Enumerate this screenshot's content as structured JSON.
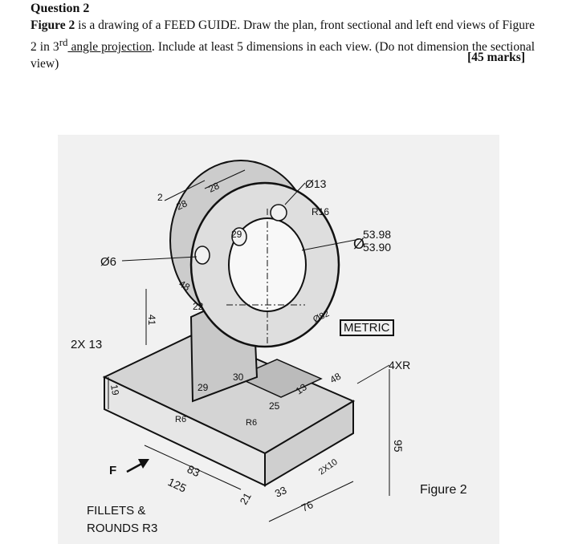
{
  "question": {
    "title": "Question 2",
    "fig_ref": "Figure 2",
    "text_a": " is a drawing of a FEED GUIDE. Draw  the plan, front sectional and left end views of Figure 2 in 3",
    "sup": "rd",
    "text_b": " angle projection",
    "text_c": ". Include at least  5 dimensions in each view. (Do not dimension the sectional view)",
    "marks": "[45 marks]"
  },
  "figure": {
    "label": "Figure 2",
    "metric": "METRIC",
    "feed_label": "F",
    "note_line1": "FILLETS &",
    "note_line2": "ROUNDS R3",
    "dims": {
      "d13": "Ø13",
      "r16": "R16",
      "d_upper": "53.98",
      "d_lower": "53.90",
      "d_sym": "Ø",
      "d6": "Ø6",
      "twox13": "2X 13",
      "four_xr": "4XR",
      "d82": "Ø82",
      "v2": "2",
      "v28a": "28",
      "v28b": "28",
      "v29": "29",
      "v48a": "48",
      "v22": "22",
      "v41": "41",
      "v19": "19",
      "v29b": "29",
      "v30": "30",
      "r6a": "R6",
      "r6b": "R6",
      "v48b": "48",
      "v25": "25",
      "v13": "13",
      "v83": "83",
      "v125": "125",
      "v21": "21",
      "v33": "33",
      "v76": "76",
      "v95": "95",
      "twox10": "2X10"
    }
  }
}
